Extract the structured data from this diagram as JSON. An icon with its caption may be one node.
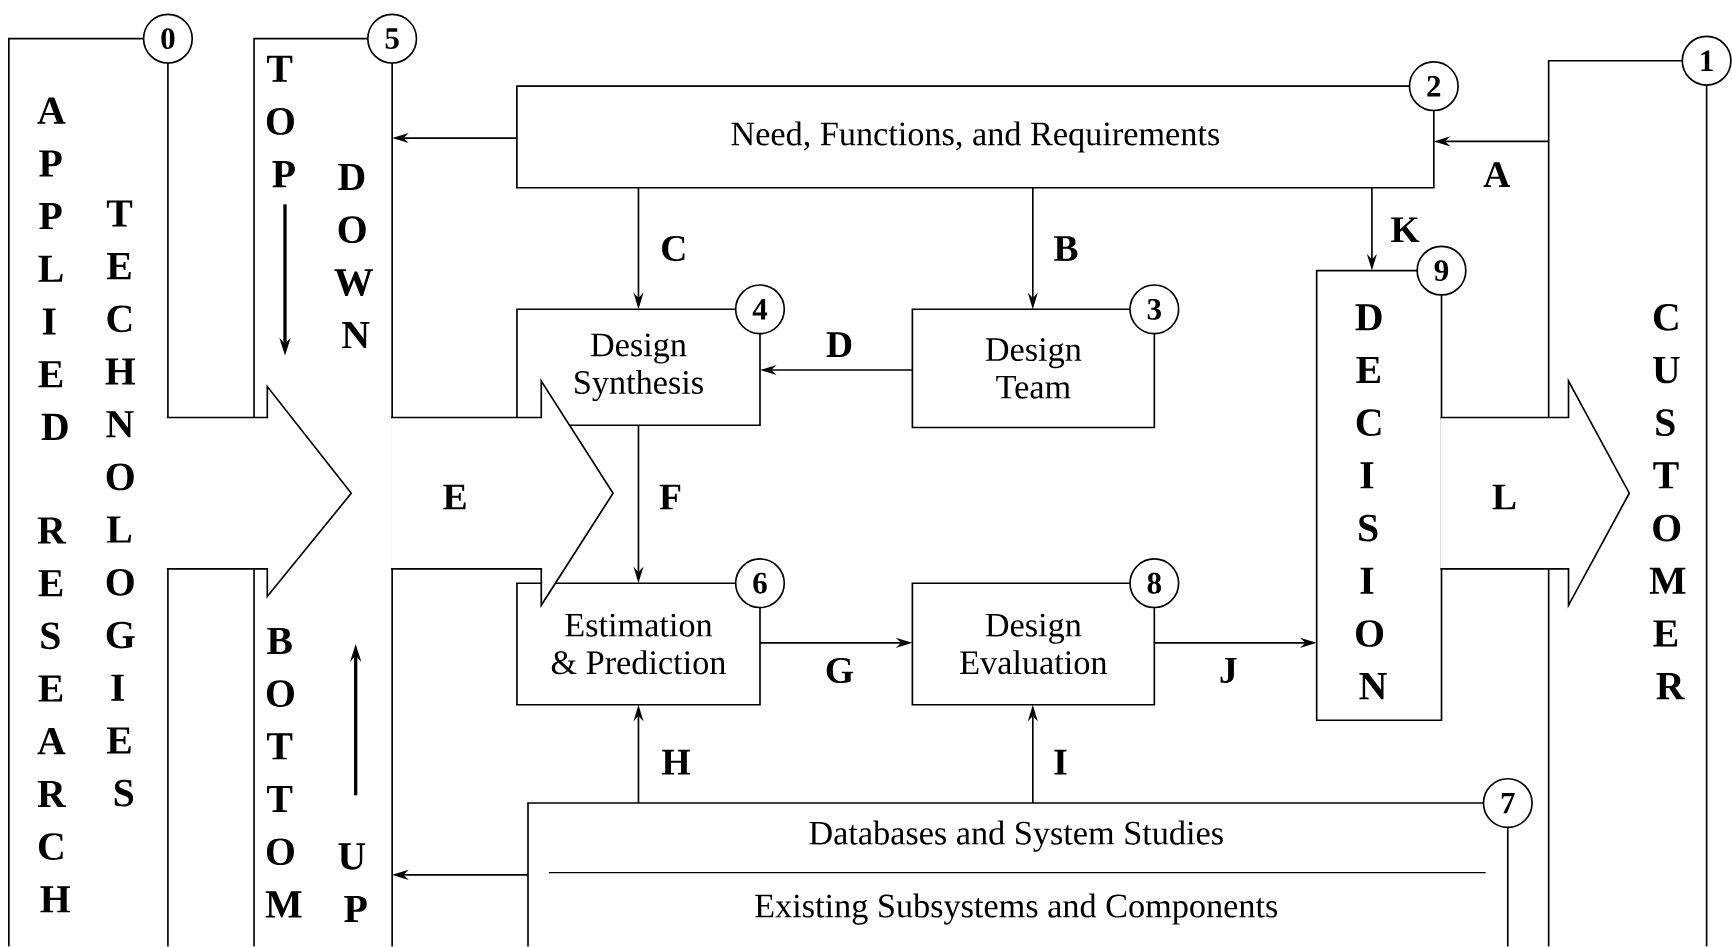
{
  "diagram": {
    "nodes": [
      {
        "text": [
          "APPLIED",
          "RESEARCH",
          "TECHNOLOGIES",
          "0"
        ]
      },
      {
        "text": [
          "TOP",
          "DOWN",
          "BOTTOM",
          "UP",
          "5"
        ]
      },
      {
        "text": [
          "Need, Functions, and Requirements",
          "2"
        ]
      },
      {
        "text": [
          "CUSTOMER",
          "1"
        ]
      },
      {
        "text": [
          "Design Synthesis",
          "4"
        ]
      },
      {
        "text": [
          "Design Team",
          "3"
        ]
      },
      {
        "text": [
          "DECISION",
          "9"
        ]
      },
      {
        "text": [
          "Estimation & Prediction",
          "6"
        ]
      },
      {
        "text": [
          "Design Evaluation",
          "8"
        ]
      },
      {
        "text": [
          "Databases and System Studies",
          "Existing Subsystems and Components",
          "7"
        ]
      }
    ],
    "edges": [
      {
        "from": 3,
        "to": 2,
        "arrow": "to",
        "label": "A"
      },
      {
        "from": 2,
        "to": 1,
        "arrow": "to"
      },
      {
        "from": 2,
        "to": 4,
        "arrow": "to",
        "label": "C"
      },
      {
        "from": 2,
        "to": 5,
        "arrow": "to",
        "label": "B"
      },
      {
        "from": 2,
        "to": 6,
        "arrow": "to",
        "label": "K"
      },
      {
        "from": 5,
        "to": 4,
        "arrow": "to",
        "label": "D"
      },
      {
        "from": 4,
        "to": 7,
        "arrow": "to",
        "label": "F"
      },
      {
        "from": 7,
        "to": 8,
        "arrow": "to",
        "label": "G"
      },
      {
        "from": 8,
        "to": 6,
        "arrow": "to",
        "label": "J"
      },
      {
        "from": 9,
        "to": 7,
        "arrow": "to",
        "label": "H"
      },
      {
        "from": 9,
        "to": 8,
        "arrow": "to",
        "label": "I"
      },
      {
        "from": 9,
        "to": 1,
        "arrow": "to"
      },
      {
        "from": 0,
        "to": 1,
        "arrow": "to",
        "style": "thick"
      },
      {
        "from": 1,
        "to": null,
        "arrow": "to",
        "style": "thick",
        "label": "E"
      },
      {
        "from": 6,
        "to": 3,
        "arrow": "to",
        "style": "thick",
        "label": "L"
      }
    ]
  }
}
